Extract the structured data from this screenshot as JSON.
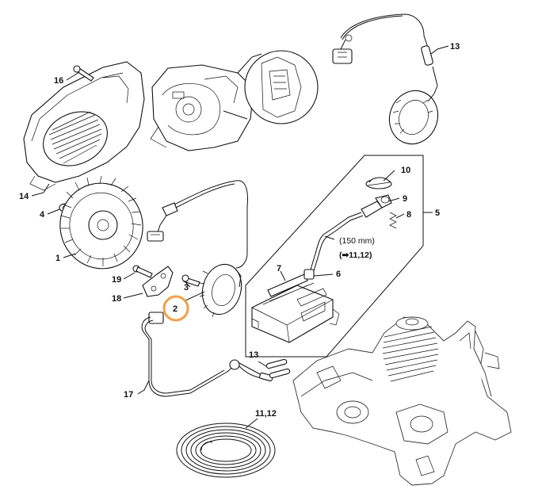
{
  "diagram": {
    "highlight_color": "#f2a04a",
    "callouts": {
      "c16": "16",
      "c14": "14",
      "c4": "4",
      "c1": "1",
      "c19": "19",
      "c18": "18",
      "c3": "3",
      "c2": "2",
      "c17": "17",
      "c13a": "13",
      "c13b": "13",
      "c10": "10",
      "c9": "9",
      "c8": "8",
      "c5": "5",
      "c7": "7",
      "c6": "6",
      "c1112": "11,12"
    },
    "notes": {
      "length": "(150 mm)",
      "ref": "(➡11,12)"
    }
  }
}
